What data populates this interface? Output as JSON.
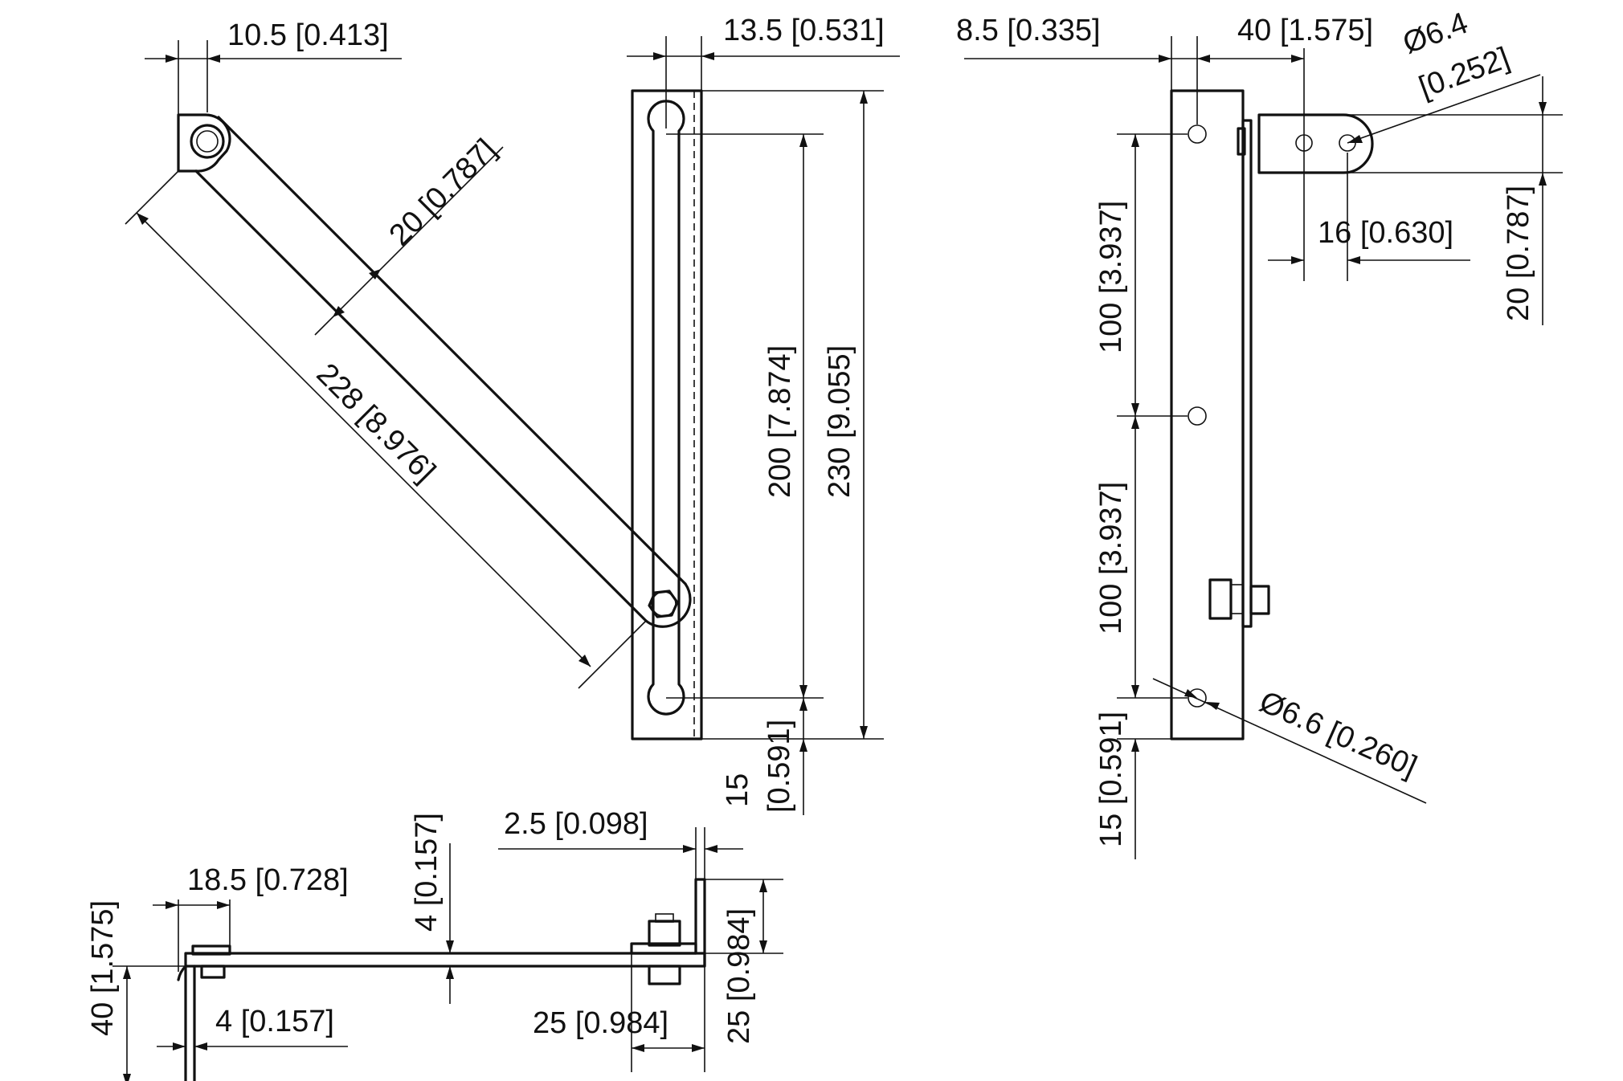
{
  "dimensions": {
    "arm_end_width": "10.5 [0.413]",
    "arm_width": "20 [0.787]",
    "arm_length": "228 [8.976]",
    "slot_rail_width": "13.5 [0.531]",
    "slot_length": "200 [7.874]",
    "rail_length": "230 [9.055]",
    "slot_end_offset_value": "15",
    "slot_end_offset_inch": "[0.591]",
    "side_offset": "8.5 [0.335]",
    "bracket_depth": "40 [1.575]",
    "bracket_hole_diameter_value": "Ø6.4",
    "bracket_hole_diameter_inch": "[0.252]",
    "hole_spacing_top": "16 [0.630]",
    "bracket_height": "20 [0.787]",
    "hole_pitch_upper": "100 [3.937]",
    "hole_pitch_lower": "100 [3.937]",
    "mount_hole_diameter": "Ø6.6 [0.260]",
    "bottom_hole_offset": "15 [0.591]",
    "plate_thickness_top": "4 [0.157]",
    "washer_step": "2.5 [0.098]",
    "pivot_offset": "18.5 [0.728]",
    "foot_height": "40 [1.575]",
    "foot_thickness": "4 [0.157]",
    "end_block_width": "25 [0.984]",
    "end_block_height": "25 [0.984]"
  }
}
